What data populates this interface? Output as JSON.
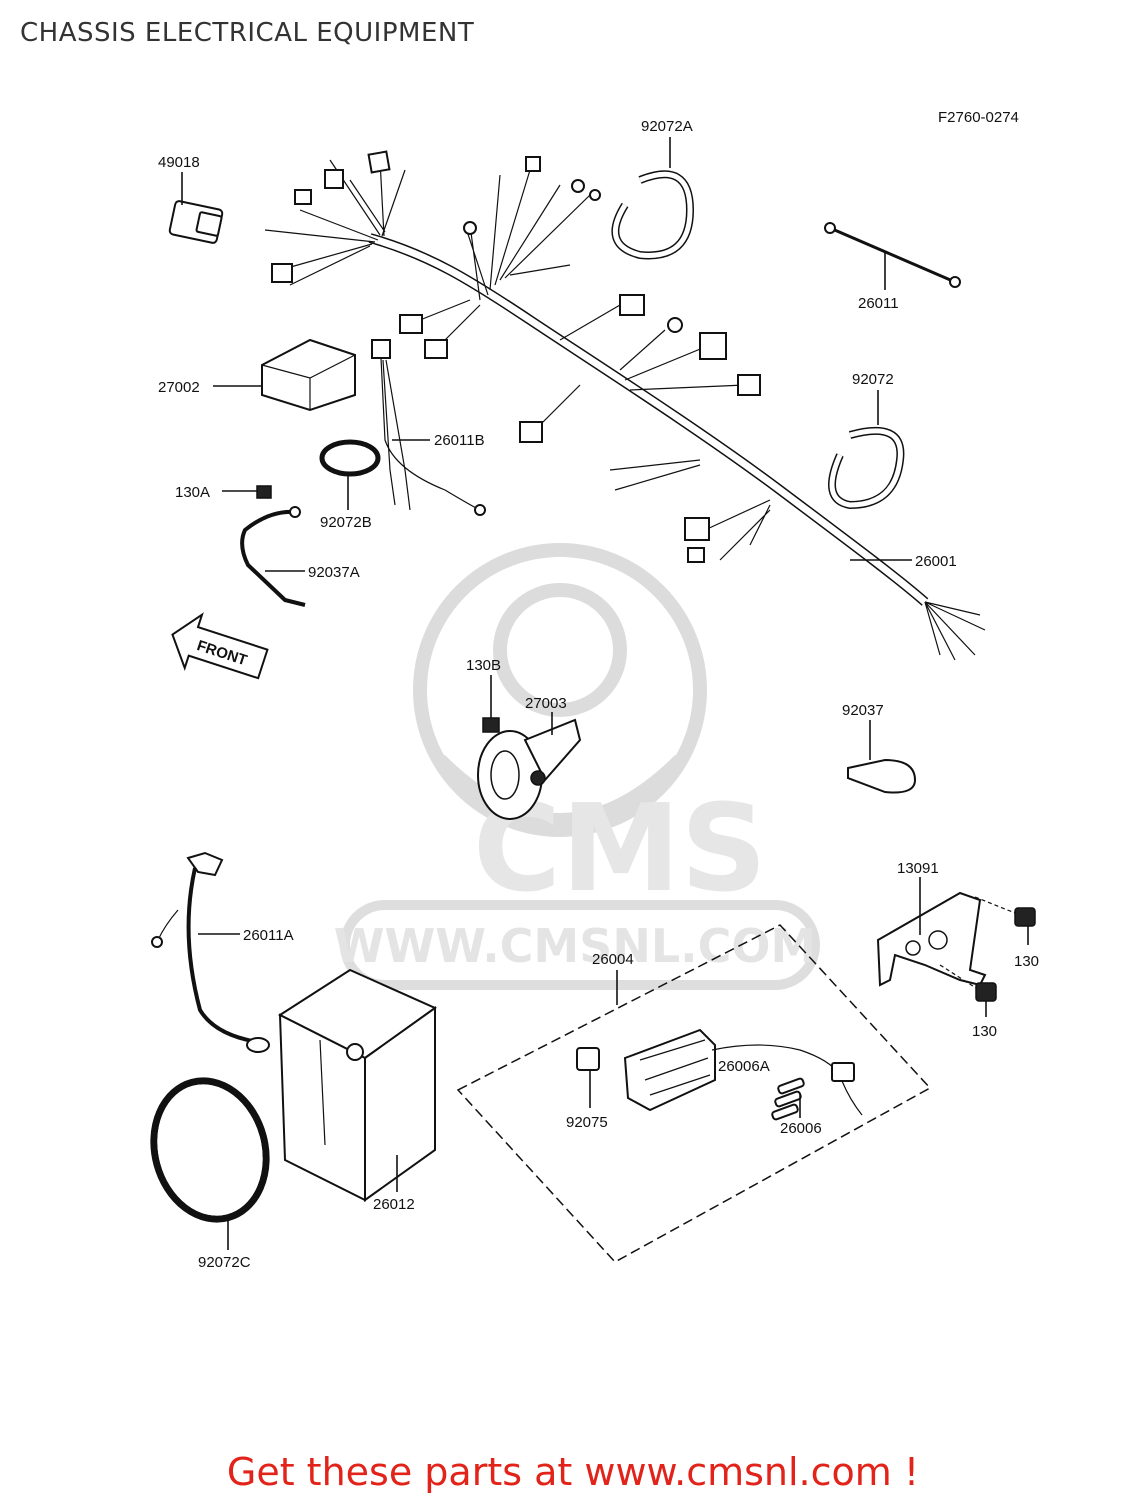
{
  "header": {
    "title": "CHASSIS ELECTRICAL EQUIPMENT"
  },
  "diagram": {
    "ref_code": "F2760-0274",
    "watermark_url": "WWW.CMSNL.COM",
    "watermark_logo": "CMS",
    "front_marker": "FRONT",
    "callouts": {
      "p49018": "49018",
      "p92072A": "92072A",
      "p26011": "26011",
      "p27002": "27002",
      "p92072": "92072",
      "p26011B": "26011B",
      "p130A": "130A",
      "p92072B": "92072B",
      "p92037A": "92037A",
      "p26001": "26001",
      "p130B": "130B",
      "p27003": "27003",
      "p92037": "92037",
      "p13091": "13091",
      "p26011A": "26011A",
      "p26004": "26004",
      "p130a": "130",
      "p130b": "130",
      "p26006A": "26006A",
      "p92075": "92075",
      "p26006": "26006",
      "p26012": "26012",
      "p92072C": "92072C"
    }
  },
  "footer": {
    "cta": "Get these parts at www.cmsnl.com !"
  }
}
